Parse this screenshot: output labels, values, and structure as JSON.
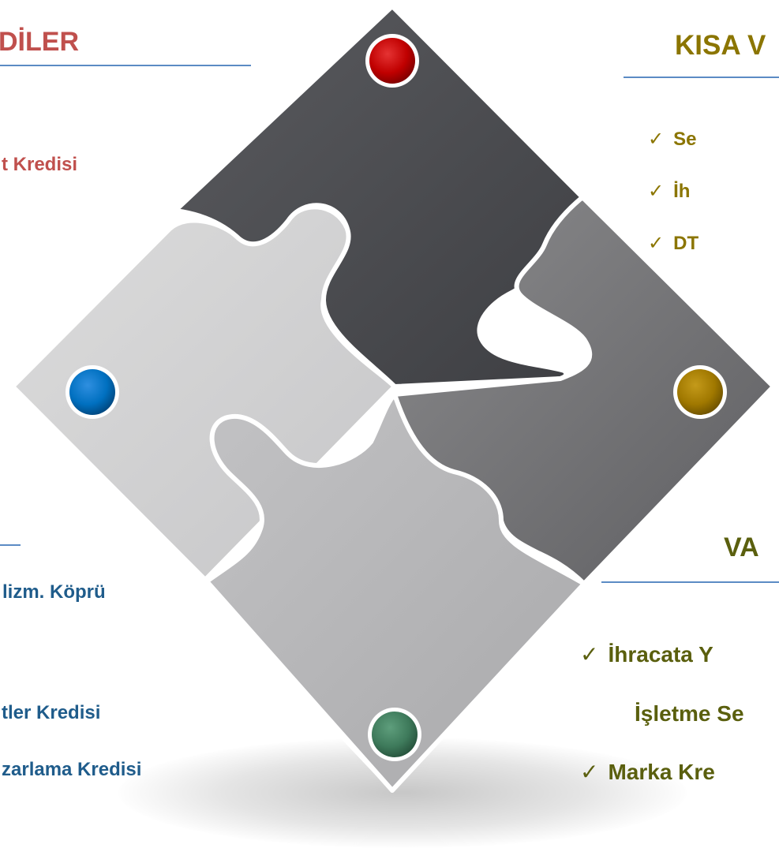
{
  "top_left": {
    "heading": "DİLER",
    "item": "t Kredisi"
  },
  "bottom_left": {
    "items": [
      "lizm. Köprü",
      "tler Kredisi",
      "zarlama Kredisi"
    ]
  },
  "top_right": {
    "heading": "KISA V",
    "items": [
      "Se",
      "İh",
      "DT"
    ]
  },
  "bottom_right": {
    "heading": "VA",
    "items": [
      "İhracata Y",
      "İşletme Se",
      "Marka Kre"
    ]
  },
  "check_mark": "✓",
  "colors": {
    "red": "#c0504d",
    "blue": "#1f5c8b",
    "gold": "#8b7500",
    "olive": "#5a5f0e",
    "rule": "#5b8bc4",
    "dot_red": "#c00000",
    "dot_blue": "#0070c0",
    "dot_gold": "#a07800",
    "dot_green": "#3e7a5b"
  }
}
